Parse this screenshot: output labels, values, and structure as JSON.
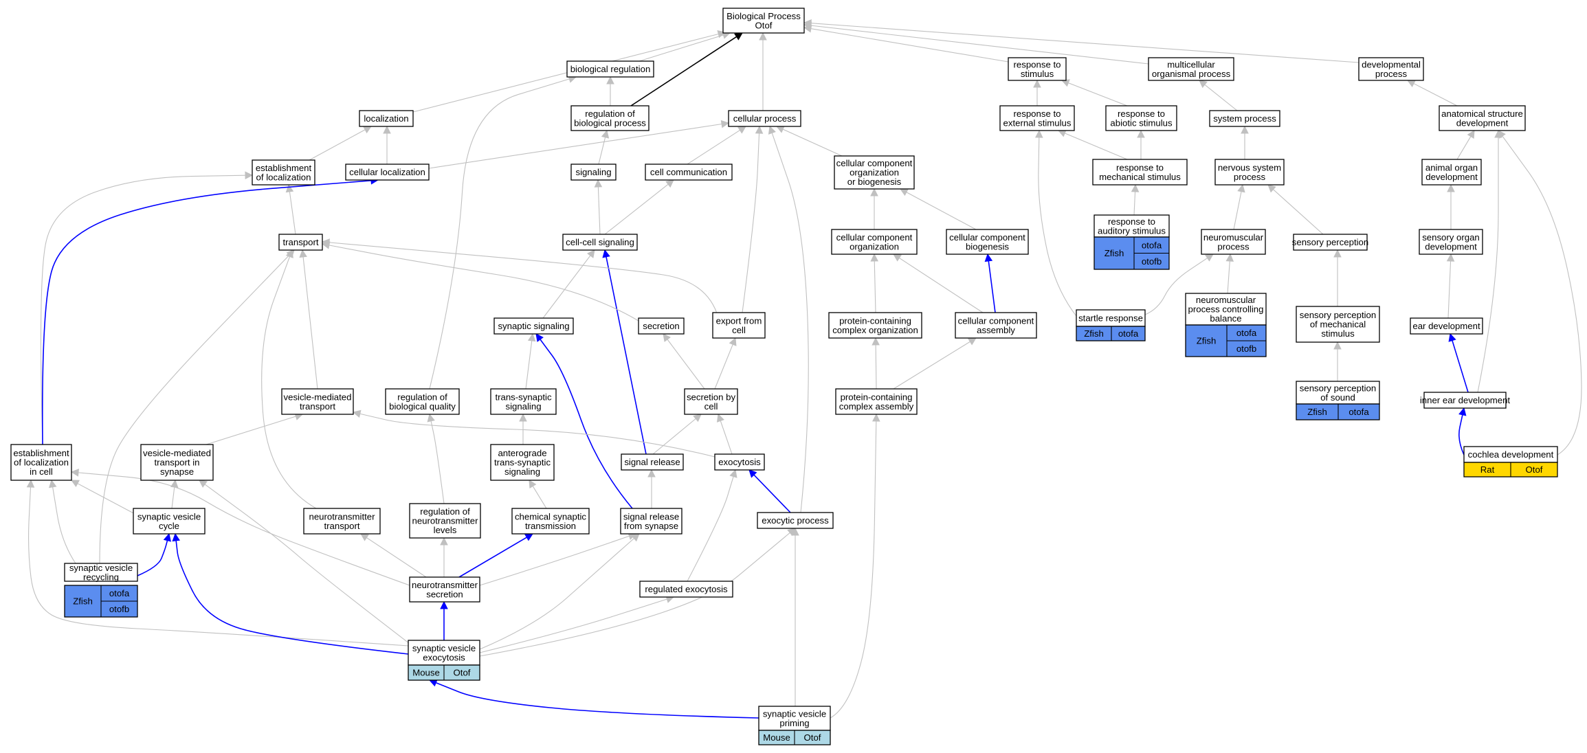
{
  "colors": {
    "edge_default": "#c0c0c0",
    "edge_blue": "#0000ff",
    "edge_black": "#000000",
    "node_fill": "#ffffff",
    "node_stroke": "#000000",
    "zfish": "#5b8def",
    "mouse": "#add8e6",
    "rat": "#ffd700"
  },
  "nodes": {
    "biological_process": [
      "Biological Process",
      "Otof"
    ],
    "biological_regulation": [
      "biological regulation"
    ],
    "regulation_of_biological_process": [
      "regulation of",
      "biological process"
    ],
    "localization": [
      "localization"
    ],
    "establishment_of_localization": [
      "establishment",
      "of localization"
    ],
    "cellular_localization": [
      "cellular localization"
    ],
    "signaling": [
      "signaling"
    ],
    "cell_communication": [
      "cell communication"
    ],
    "cellular_process": [
      "cellular process"
    ],
    "cellular_component_organization_or_biogenesis": [
      "cellular component",
      "organization",
      "or biogenesis"
    ],
    "response_to_stimulus": [
      "response to",
      "stimulus"
    ],
    "multicellular_organismal_process": [
      "multicellular",
      "organismal process"
    ],
    "developmental_process": [
      "developmental",
      "process"
    ],
    "response_to_external_stimulus": [
      "response to",
      "external stimulus"
    ],
    "response_to_abiotic_stimulus": [
      "response to",
      "abiotic stimulus"
    ],
    "system_process": [
      "system process"
    ],
    "anatomical_structure_development": [
      "anatomical structure",
      "development"
    ],
    "response_to_mechanical_stimulus": [
      "response to",
      "mechanical stimulus"
    ],
    "nervous_system_process": [
      "nervous system",
      "process"
    ],
    "animal_organ_development": [
      "animal organ",
      "development"
    ],
    "response_to_auditory_stimulus": [
      "response to",
      "auditory stimulus"
    ],
    "transport": [
      "transport"
    ],
    "cell_cell_signaling": [
      "cell-cell signaling"
    ],
    "cellular_component_organization": [
      "cellular component",
      "organization"
    ],
    "cellular_component_biogenesis": [
      "cellular component",
      "biogenesis"
    ],
    "neuromuscular_process": [
      "neuromuscular",
      "process"
    ],
    "sensory_perception": [
      "sensory perception"
    ],
    "sensory_organ_development": [
      "sensory organ",
      "development"
    ],
    "synaptic_signaling": [
      "synaptic signaling"
    ],
    "secretion": [
      "secretion"
    ],
    "export_from_cell": [
      "export from",
      "cell"
    ],
    "protein_containing_complex_organization": [
      "protein-containing",
      "complex organization"
    ],
    "cellular_component_assembly": [
      "cellular component",
      "assembly"
    ],
    "startle_response": [
      "startle response"
    ],
    "neuromuscular_process_controlling_balance": [
      "neuromuscular",
      "process controlling",
      "balance"
    ],
    "sensory_perception_of_mechanical_stimulus": [
      "sensory perception",
      "of mechanical",
      "stimulus"
    ],
    "ear_development": [
      "ear development"
    ],
    "vesicle_mediated_transport": [
      "vesicle-mediated",
      "transport"
    ],
    "regulation_of_biological_quality": [
      "regulation of",
      "biological quality"
    ],
    "trans_synaptic_signaling": [
      "trans-synaptic",
      "signaling"
    ],
    "secretion_by_cell": [
      "secretion by",
      "cell"
    ],
    "protein_containing_complex_assembly": [
      "protein-containing",
      "complex assembly"
    ],
    "sensory_perception_of_sound": [
      "sensory perception",
      "of sound"
    ],
    "inner_ear_development": [
      "inner ear development"
    ],
    "establishment_of_localization_in_cell": [
      "establishment",
      "of localization",
      "in cell"
    ],
    "vesicle_mediated_transport_in_synapse": [
      "vesicle-mediated",
      "transport in",
      "synapse"
    ],
    "anterograde_trans_synaptic_signaling": [
      "anterograde",
      "trans-synaptic",
      "signaling"
    ],
    "signal_release": [
      "signal release"
    ],
    "exocytosis": [
      "exocytosis"
    ],
    "cochlea_development": [
      "cochlea development"
    ],
    "synaptic_vesicle_cycle": [
      "synaptic vesicle",
      "cycle"
    ],
    "neurotransmitter_transport": [
      "neurotransmitter",
      "transport"
    ],
    "regulation_of_neurotransmitter_levels": [
      "regulation of",
      "neurotransmitter",
      "levels"
    ],
    "chemical_synaptic_transmission": [
      "chemical synaptic",
      "transmission"
    ],
    "signal_release_from_synapse": [
      "signal release",
      "from synapse"
    ],
    "exocytic_process": [
      "exocytic process"
    ],
    "synaptic_vesicle_recycling": [
      "synaptic vesicle",
      "recycling"
    ],
    "neurotransmitter_secretion": [
      "neurotransmitter",
      "secretion"
    ],
    "regulated_exocytosis": [
      "regulated exocytosis"
    ],
    "synaptic_vesicle_exocytosis": [
      "synaptic vesicle",
      "exocytosis"
    ],
    "synaptic_vesicle_priming": [
      "synaptic vesicle",
      "priming"
    ]
  },
  "annotations": {
    "response_to_auditory_stimulus": {
      "species": "Zfish",
      "genes": [
        "otofa",
        "otofb"
      ]
    },
    "startle_response": {
      "species": "Zfish",
      "genes": [
        "otofa"
      ]
    },
    "neuromuscular_process_controlling_balance": {
      "species": "Zfish",
      "genes": [
        "otofa",
        "otofb"
      ]
    },
    "sensory_perception_of_sound": {
      "species": "Zfish",
      "genes": [
        "otofa"
      ]
    },
    "synaptic_vesicle_recycling": {
      "species": "Zfish",
      "genes": [
        "otofa",
        "otofb"
      ]
    },
    "cochlea_development": {
      "species": "Rat",
      "genes": [
        "Otof"
      ]
    },
    "synaptic_vesicle_exocytosis": {
      "species": "Mouse",
      "genes": [
        "Otof"
      ]
    },
    "synaptic_vesicle_priming": {
      "species": "Mouse",
      "genes": [
        "Otof"
      ]
    }
  },
  "edges": [
    {
      "from": "regulation_of_biological_process",
      "to": "biological_process",
      "style": "black"
    },
    {
      "from": "biological_regulation",
      "to": "biological_process"
    },
    {
      "from": "localization",
      "to": "biological_process"
    },
    {
      "from": "cellular_process",
      "to": "biological_process"
    },
    {
      "from": "response_to_stimulus",
      "to": "biological_process"
    },
    {
      "from": "multicellular_organismal_process",
      "to": "biological_process"
    },
    {
      "from": "developmental_process",
      "to": "biological_process"
    },
    {
      "from": "regulation_of_biological_process",
      "to": "biological_regulation"
    },
    {
      "from": "regulation_of_biological_quality",
      "to": "biological_regulation"
    },
    {
      "from": "establishment_of_localization",
      "to": "localization"
    },
    {
      "from": "cellular_localization",
      "to": "localization"
    },
    {
      "from": "cellular_localization",
      "to": "cellular_process"
    },
    {
      "from": "cell_communication",
      "to": "cellular_process"
    },
    {
      "from": "cellular_component_organization_or_biogenesis",
      "to": "cellular_process"
    },
    {
      "from": "export_from_cell",
      "to": "cellular_process"
    },
    {
      "from": "exocytic_process",
      "to": "cellular_process"
    },
    {
      "from": "signaling",
      "to": "regulation_of_biological_process"
    },
    {
      "from": "cell_cell_signaling",
      "to": "signaling"
    },
    {
      "from": "cell_cell_signaling",
      "to": "cell_communication"
    },
    {
      "from": "response_to_external_stimulus",
      "to": "response_to_stimulus"
    },
    {
      "from": "response_to_abiotic_stimulus",
      "to": "response_to_stimulus"
    },
    {
      "from": "system_process",
      "to": "multicellular_organismal_process"
    },
    {
      "from": "anatomical_structure_development",
      "to": "developmental_process"
    },
    {
      "from": "response_to_mechanical_stimulus",
      "to": "response_to_external_stimulus"
    },
    {
      "from": "response_to_mechanical_stimulus",
      "to": "response_to_abiotic_stimulus"
    },
    {
      "from": "startle_response",
      "to": "response_to_external_stimulus"
    },
    {
      "from": "nervous_system_process",
      "to": "system_process"
    },
    {
      "from": "animal_organ_development",
      "to": "anatomical_structure_development"
    },
    {
      "from": "inner_ear_development",
      "to": "anatomical_structure_development"
    },
    {
      "from": "cochlea_development",
      "to": "anatomical_structure_development"
    },
    {
      "from": "response_to_auditory_stimulus",
      "to": "response_to_mechanical_stimulus"
    },
    {
      "from": "neuromuscular_process",
      "to": "nervous_system_process"
    },
    {
      "from": "sensory_perception",
      "to": "nervous_system_process"
    },
    {
      "from": "sensory_organ_development",
      "to": "animal_organ_development"
    },
    {
      "from": "transport",
      "to": "establishment_of_localization"
    },
    {
      "from": "establishment_of_localization_in_cell",
      "to": "establishment_of_localization"
    },
    {
      "from": "establishment_of_localization_in_cell",
      "to": "cellular_localization",
      "style": "blue"
    },
    {
      "from": "cellular_component_organization",
      "to": "cellular_component_organization_or_biogenesis"
    },
    {
      "from": "cellular_component_biogenesis",
      "to": "cellular_component_organization_or_biogenesis"
    },
    {
      "from": "startle_response",
      "to": "neuromuscular_process"
    },
    {
      "from": "neuromuscular_process_controlling_balance",
      "to": "neuromuscular_process"
    },
    {
      "from": "sensory_perception_of_mechanical_stimulus",
      "to": "sensory_perception"
    },
    {
      "from": "ear_development",
      "to": "sensory_organ_development"
    },
    {
      "from": "synaptic_signaling",
      "to": "cell_cell_signaling"
    },
    {
      "from": "signal_release",
      "to": "cell_cell_signaling",
      "style": "blue"
    },
    {
      "from": "secretion",
      "to": "transport"
    },
    {
      "from": "export_from_cell",
      "to": "transport"
    },
    {
      "from": "vesicle_mediated_transport",
      "to": "transport"
    },
    {
      "from": "neurotransmitter_transport",
      "to": "transport"
    },
    {
      "from": "synaptic_vesicle_recycling",
      "to": "transport"
    },
    {
      "from": "protein_containing_complex_organization",
      "to": "cellular_component_organization"
    },
    {
      "from": "cellular_component_assembly",
      "to": "cellular_component_organization"
    },
    {
      "from": "cellular_component_assembly",
      "to": "cellular_component_biogenesis",
      "style": "blue"
    },
    {
      "from": "sensory_perception_of_sound",
      "to": "sensory_perception_of_mechanical_stimulus"
    },
    {
      "from": "inner_ear_development",
      "to": "ear_development",
      "style": "blue"
    },
    {
      "from": "trans_synaptic_signaling",
      "to": "synaptic_signaling"
    },
    {
      "from": "signal_release_from_synapse",
      "to": "synaptic_signaling",
      "style": "blue"
    },
    {
      "from": "secretion_by_cell",
      "to": "secretion"
    },
    {
      "from": "secretion_by_cell",
      "to": "export_from_cell"
    },
    {
      "from": "protein_containing_complex_assembly",
      "to": "protein_containing_complex_organization"
    },
    {
      "from": "protein_containing_complex_assembly",
      "to": "cellular_component_assembly"
    },
    {
      "from": "cochlea_development",
      "to": "inner_ear_development",
      "style": "blue"
    },
    {
      "from": "vesicle_mediated_transport_in_synapse",
      "to": "vesicle_mediated_transport"
    },
    {
      "from": "exocytosis",
      "to": "vesicle_mediated_transport"
    },
    {
      "from": "anterograde_trans_synaptic_signaling",
      "to": "trans_synaptic_signaling"
    },
    {
      "from": "signal_release",
      "to": "secretion_by_cell"
    },
    {
      "from": "exocytosis",
      "to": "secretion_by_cell"
    },
    {
      "from": "synaptic_vesicle_priming",
      "to": "protein_containing_complex_assembly"
    },
    {
      "from": "regulation_of_neurotransmitter_levels",
      "to": "regulation_of_biological_quality"
    },
    {
      "from": "chemical_synaptic_transmission",
      "to": "anterograde_trans_synaptic_signaling"
    },
    {
      "from": "signal_release_from_synapse",
      "to": "signal_release"
    },
    {
      "from": "exocytic_process",
      "to": "exocytosis",
      "style": "blue"
    },
    {
      "from": "regulated_exocytosis",
      "to": "exocytosis"
    },
    {
      "from": "synaptic_vesicle_cycle",
      "to": "vesicle_mediated_transport_in_synapse"
    },
    {
      "from": "synaptic_vesicle_cycle",
      "to": "establishment_of_localization_in_cell"
    },
    {
      "from": "synaptic_vesicle_recycling",
      "to": "establishment_of_localization_in_cell"
    },
    {
      "from": "synaptic_vesicle_exocytosis",
      "to": "vesicle_mediated_transport_in_synapse"
    },
    {
      "from": "synaptic_vesicle_exocytosis",
      "to": "establishment_of_localization_in_cell"
    },
    {
      "from": "neurotransmitter_secretion",
      "to": "establishment_of_localization_in_cell"
    },
    {
      "from": "synaptic_vesicle_recycling",
      "to": "synaptic_vesicle_cycle",
      "style": "blue"
    },
    {
      "from": "synaptic_vesicle_exocytosis",
      "to": "synaptic_vesicle_cycle",
      "style": "blue"
    },
    {
      "from": "neurotransmitter_secretion",
      "to": "neurotransmitter_transport"
    },
    {
      "from": "neurotransmitter_secretion",
      "to": "regulation_of_neurotransmitter_levels"
    },
    {
      "from": "neurotransmitter_secretion",
      "to": "chemical_synaptic_transmission",
      "style": "blue"
    },
    {
      "from": "neurotransmitter_secretion",
      "to": "signal_release_from_synapse"
    },
    {
      "from": "synaptic_vesicle_exocytosis",
      "to": "signal_release_from_synapse"
    },
    {
      "from": "synaptic_vesicle_exocytosis",
      "to": "neurotransmitter_secretion",
      "style": "blue"
    },
    {
      "from": "synaptic_vesicle_exocytosis",
      "to": "regulated_exocytosis"
    },
    {
      "from": "synaptic_vesicle_exocytosis",
      "to": "exocytic_process"
    },
    {
      "from": "synaptic_vesicle_priming",
      "to": "exocytic_process"
    },
    {
      "from": "synaptic_vesicle_priming",
      "to": "synaptic_vesicle_exocytosis",
      "style": "blue"
    }
  ]
}
